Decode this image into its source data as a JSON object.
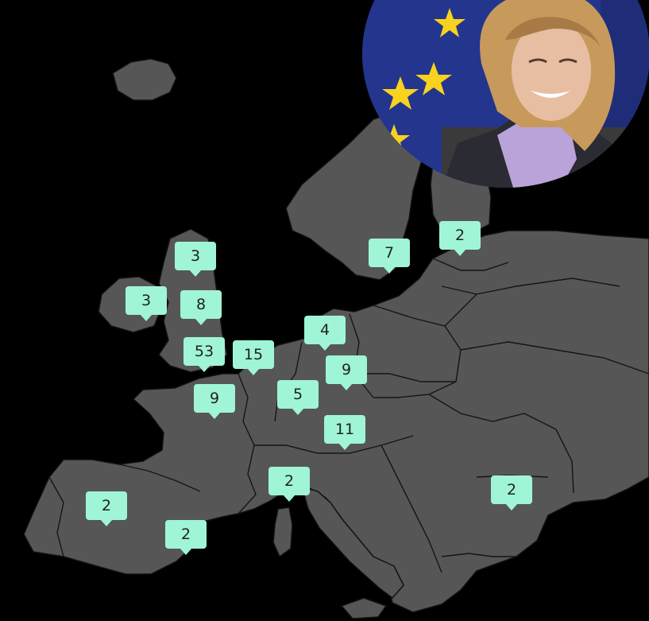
{
  "colors": {
    "background": "#000000",
    "land": "#565656",
    "borders": "#151515",
    "marker_fill": "#9ff5d6",
    "marker_text": "#222222",
    "flag_blue": "#24358e",
    "flag_star": "#f7d21e"
  },
  "markers": [
    {
      "id": "ireland",
      "count": "3"
    },
    {
      "id": "scotland",
      "count": "3"
    },
    {
      "id": "england-north",
      "count": "8"
    },
    {
      "id": "england-south",
      "count": "53"
    },
    {
      "id": "benelux",
      "count": "15"
    },
    {
      "id": "france",
      "count": "9"
    },
    {
      "id": "germany-north",
      "count": "4"
    },
    {
      "id": "czechia",
      "count": "9"
    },
    {
      "id": "switzerland-bavaria",
      "count": "5"
    },
    {
      "id": "austria",
      "count": "11"
    },
    {
      "id": "sweden",
      "count": "7"
    },
    {
      "id": "finland-estonia",
      "count": "2"
    },
    {
      "id": "italy-north",
      "count": "2"
    },
    {
      "id": "spain",
      "count": "2"
    },
    {
      "id": "mediterranean",
      "count": "2"
    },
    {
      "id": "bulgaria",
      "count": "2"
    }
  ],
  "photo": {
    "subject": "portrait-with-eu-flag"
  }
}
